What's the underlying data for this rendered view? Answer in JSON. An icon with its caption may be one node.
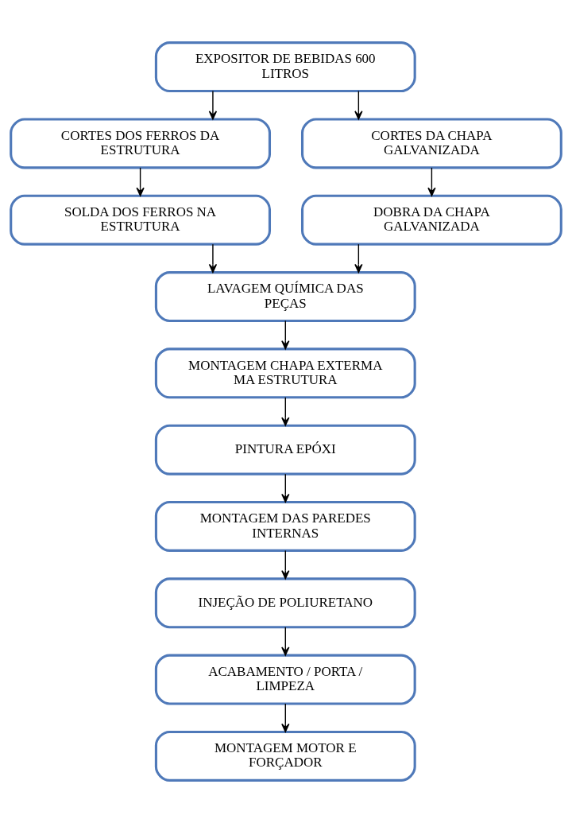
{
  "diagram": {
    "nodes": [
      {
        "text": [
          "EXPOSITOR DE BEBIDAS 600 LITROS"
        ]
      },
      {
        "text": [
          "CORTES DOS FERROS DA ESTRUTURA"
        ]
      },
      {
        "text": [
          "CORTES DA CHAPA GALVANIZADA"
        ]
      },
      {
        "text": [
          "SOLDA DOS FERROS NA ESTRUTURA"
        ]
      },
      {
        "text": [
          "DOBRA DA CHAPA GALVANIZADA"
        ]
      },
      {
        "text": [
          "LAVAGEM QUÍMICA DAS PEÇAS"
        ]
      },
      {
        "text": [
          "MONTAGEM CHAPA EXTERMA MA ESTRUTURA"
        ]
      },
      {
        "text": [
          "PINTURA EPÓXI"
        ]
      },
      {
        "text": [
          "MONTAGEM DAS PAREDES INTERNAS"
        ]
      },
      {
        "text": [
          "INJEÇÃO DE POLIURETANO"
        ]
      },
      {
        "text": [
          "ACABAMENTO / PORTA / LIMPEZA"
        ]
      },
      {
        "text": [
          "MONTAGEM MOTOR E FORÇADOR"
        ]
      }
    ],
    "edges": [
      {
        "from": 0,
        "to": 1,
        "arrow": "to"
      },
      {
        "from": 0,
        "to": 2,
        "arrow": "to"
      },
      {
        "from": 1,
        "to": 3,
        "arrow": "to"
      },
      {
        "from": 2,
        "to": 4,
        "arrow": "to"
      },
      {
        "from": 3,
        "to": 5,
        "arrow": "to"
      },
      {
        "from": 4,
        "to": 5,
        "arrow": "to"
      },
      {
        "from": 5,
        "to": 6,
        "arrow": "to"
      },
      {
        "from": 6,
        "to": 7,
        "arrow": "to"
      },
      {
        "from": 7,
        "to": 8,
        "arrow": "to"
      },
      {
        "from": 8,
        "to": 9,
        "arrow": "to"
      },
      {
        "from": 9,
        "to": 10,
        "arrow": "to"
      },
      {
        "from": 10,
        "to": 11,
        "arrow": "to"
      }
    ]
  }
}
